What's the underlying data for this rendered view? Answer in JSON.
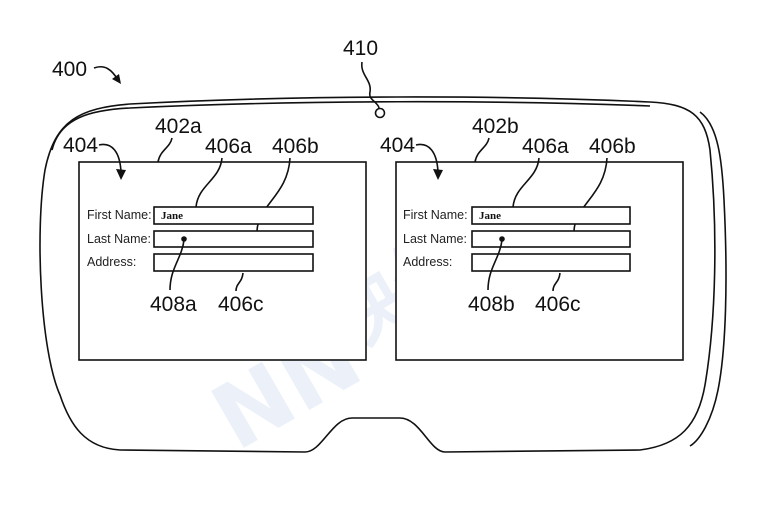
{
  "figure": {
    "device_ref": "400",
    "camera_ref": "410",
    "watermark": "NN 映维网"
  },
  "panels": [
    {
      "display_ref": "402a",
      "content_ref": "404",
      "cursor_ref": "408a",
      "fields": [
        {
          "label": "First Name:",
          "value": "Jane",
          "ref": "406a"
        },
        {
          "label": "Last Name:",
          "value": "",
          "ref": "406b"
        },
        {
          "label": "Address:",
          "value": "",
          "ref": "406c"
        }
      ]
    },
    {
      "display_ref": "402b",
      "content_ref": "404",
      "cursor_ref": "408b",
      "fields": [
        {
          "label": "First Name:",
          "value": "Jane",
          "ref": "406a"
        },
        {
          "label": "Last Name:",
          "value": "",
          "ref": "406b"
        },
        {
          "label": "Address:",
          "value": "",
          "ref": "406c"
        }
      ]
    }
  ]
}
